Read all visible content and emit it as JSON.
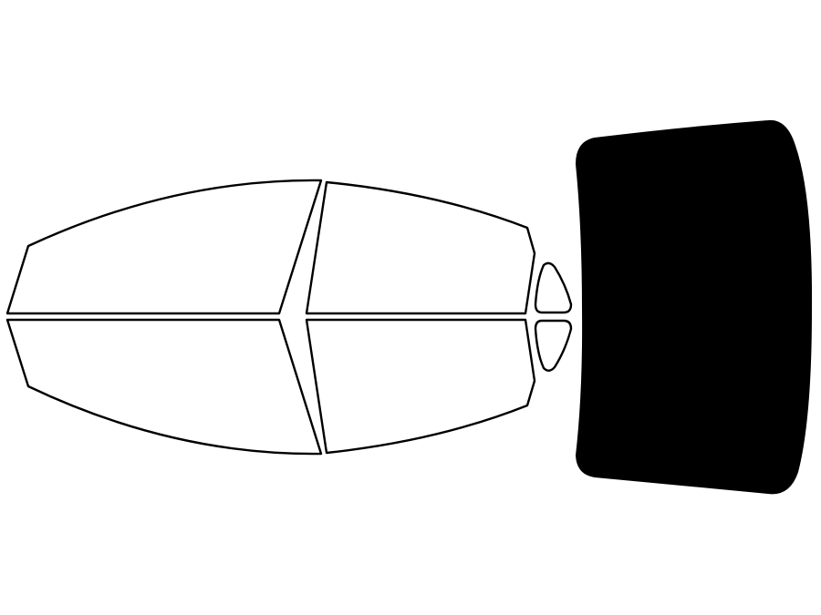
{
  "diagram": {
    "background_color": "#ffffff",
    "outline_color": "#000000",
    "selected_fill_color": "#000000",
    "windows": [
      {
        "id": "front-driver-window",
        "selected": false
      },
      {
        "id": "rear-driver-window",
        "selected": false
      },
      {
        "id": "front-passenger-window",
        "selected": false
      },
      {
        "id": "rear-passenger-window",
        "selected": false
      },
      {
        "id": "driver-quarter-window",
        "selected": false
      },
      {
        "id": "passenger-quarter-window",
        "selected": false
      },
      {
        "id": "rear-windshield",
        "selected": true
      }
    ]
  }
}
